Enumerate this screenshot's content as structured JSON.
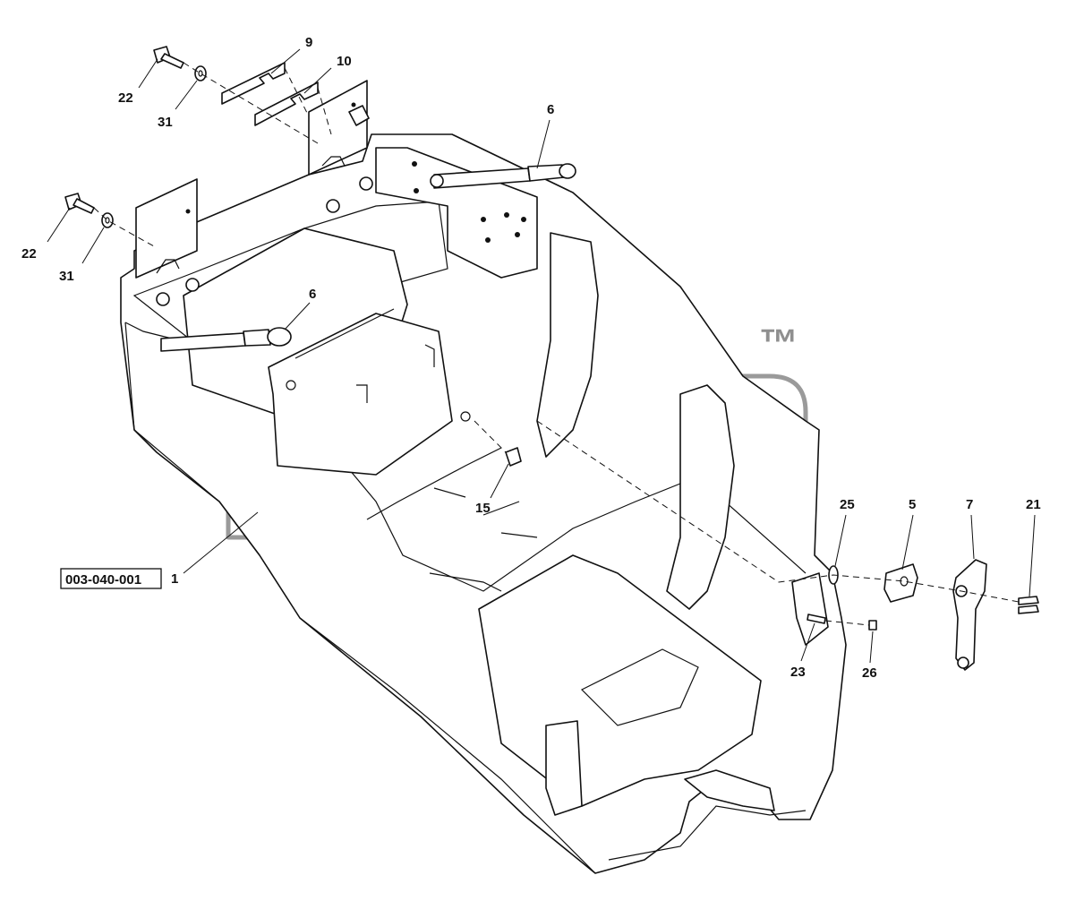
{
  "diagram": {
    "reference_code": "003-040-001",
    "watermark_mark": "™",
    "callouts": [
      {
        "id": "c9",
        "label": "9"
      },
      {
        "id": "c10",
        "label": "10"
      },
      {
        "id": "c22a",
        "label": "22"
      },
      {
        "id": "c31a",
        "label": "31"
      },
      {
        "id": "c22b",
        "label": "22"
      },
      {
        "id": "c31b",
        "label": "31"
      },
      {
        "id": "c6a",
        "label": "6"
      },
      {
        "id": "c6b",
        "label": "6"
      },
      {
        "id": "c15",
        "label": "15"
      },
      {
        "id": "c1",
        "label": "1"
      },
      {
        "id": "c25",
        "label": "25"
      },
      {
        "id": "c5",
        "label": "5"
      },
      {
        "id": "c7",
        "label": "7"
      },
      {
        "id": "c21",
        "label": "21"
      },
      {
        "id": "c23",
        "label": "23"
      },
      {
        "id": "c26",
        "label": "26"
      }
    ]
  }
}
